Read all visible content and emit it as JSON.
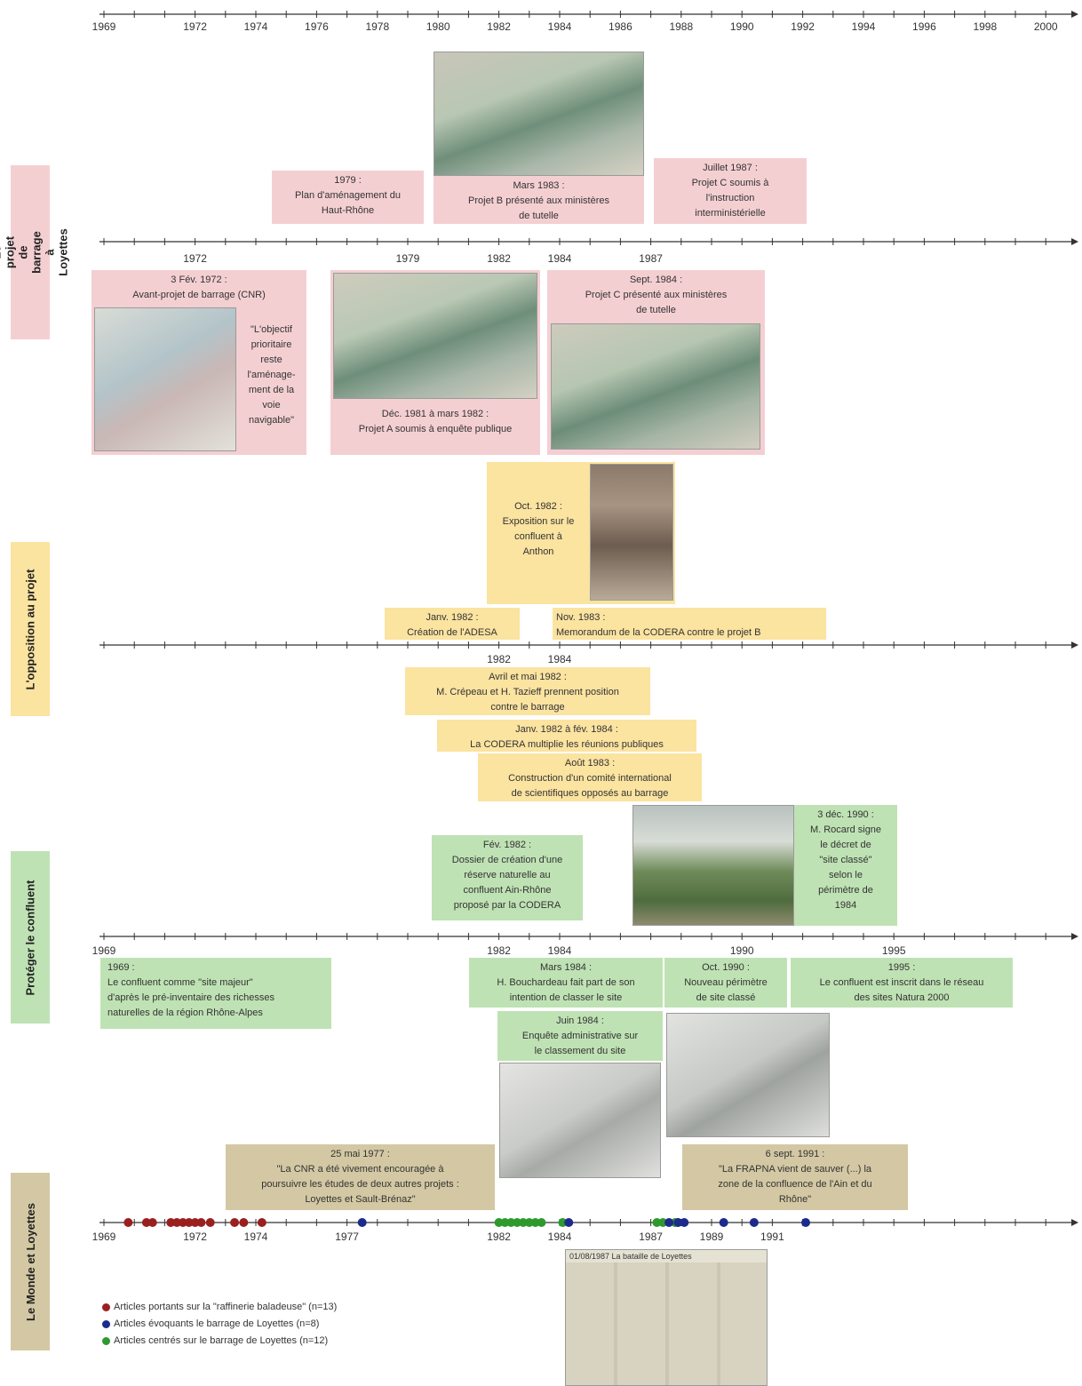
{
  "colors": {
    "pink": "#f4cfd2",
    "yellow": "#fbe3a0",
    "green": "#bfe2b4",
    "khaki": "#d3c8a3",
    "red_dot": "#9a1f1f",
    "blue_dot": "#1c2a8c",
    "green_dot": "#2e9a2e"
  },
  "top_axis": {
    "labels": [
      "1969",
      "1972",
      "1974",
      "1976",
      "1978",
      "1980",
      "1982",
      "1984",
      "1986",
      "1988",
      "1990",
      "1992",
      "1994",
      "1996",
      "1998",
      "2000"
    ]
  },
  "sections": [
    {
      "name": "barrage",
      "label": "Le projet de barrage\nà Loyettes",
      "color": "#f4cfd2"
    },
    {
      "name": "opposition",
      "label": "L'opposition au projet",
      "color": "#fbe3a0"
    },
    {
      "name": "proteger",
      "label": "Protéger le confluent",
      "color": "#bfe2b4"
    },
    {
      "name": "monde",
      "label": "Le Monde et Loyettes",
      "color": "#d3c8a3"
    }
  ],
  "barrage": {
    "axis_labels": [
      "1972",
      "1979",
      "1982",
      "1984",
      "1987"
    ],
    "above": [
      "1979 :\nPlan d'aménagement du\nHaut-Rhône",
      "Mars 1983 :\nProjet B présenté aux ministères\nde tutelle",
      "Juillet 1987 :\nProjet C soumis à\nl'instruction\ninterministérielle"
    ],
    "below": [
      "3 Fév. 1972 :\nAvant-projet de barrage (CNR)",
      "\"L'objectif\nprioritaire\nreste\nl'aménage-\nment de la\nvoie\nnavigable\"",
      "Déc. 1981 à mars 1982 :\nProjet A soumis à enquête publique",
      "Sept. 1984 :\nProjet C présenté aux ministères\nde tutelle"
    ]
  },
  "opposition": {
    "axis_labels": [
      "1982",
      "1984"
    ],
    "above": [
      "Oct. 1982 :\nExposition sur le\nconfluent à\nAnthon",
      "Janv. 1982 :\nCréation de l'ADESA",
      "Nov. 1983 :\nMemorandum de la CODERA contre le projet B"
    ],
    "below": [
      "Avril et mai 1982 :\nM. Crépeau et H. Tazieff prennent position\ncontre le barrage",
      "Janv. 1982 à fév. 1984 :\nLa CODERA multiplie les réunions publiques",
      "Août 1983 :\nConstruction d'un comité international\nde scientifiques opposés au barrage"
    ]
  },
  "proteger": {
    "axis_labels": [
      "1969",
      "1982",
      "1984",
      "1990",
      "1995"
    ],
    "above": [
      "Fév. 1982 :\nDossier de création d'une\nréserve naturelle au\nconfluent Ain-Rhône\nproposé par la CODERA",
      "3 déc. 1990 :\nM. Rocard signe\nle décret de\n\"site classé\"\nselon le\npérimètre de\n1984"
    ],
    "below": [
      "1969 :\nLe confluent comme \"site majeur\"\nd'après le pré-inventaire des richesses\nnaturelles de la région Rhône-Alpes",
      "Mars 1984 :\nH. Bouchardeau fait part de son\nintention de classer le site",
      "Oct. 1990 :\nNouveau périmètre\nde site classé",
      "1995 :\nLe confluent est inscrit dans le réseau\ndes sites Natura 2000",
      "Juin 1984 :\nEnquête administrative sur\nle classement du site"
    ]
  },
  "monde": {
    "axis_labels": [
      "1969",
      "1972",
      "1974",
      "1977",
      "1982",
      "1984",
      "1987",
      "1989",
      "1991"
    ],
    "quotes": [
      "25 mai 1977 :\n\"La CNR a été vivement encouragée à\npoursuivre les études de deux autres projets :\nLoyettes et Sault-Brénaz\"",
      "6 sept. 1991 :\n\"La FRAPNA vient de sauver (...) la\nzone de la confluence de l'Ain et du\nRhône\""
    ],
    "clipping_caption": "01/08/1987 La bataille de Loyettes",
    "legend": [
      {
        "label": "Articles portants sur la \"raffinerie baladeuse\" (n=13)",
        "color": "#9a1f1f"
      },
      {
        "label": "Articles évoquants le barrage de Loyettes (n=8)",
        "color": "#1c2a8c"
      },
      {
        "label": "Articles centrés sur le barrage de Loyettes (n=12)",
        "color": "#2e9a2e"
      }
    ],
    "articles_red": [
      1969.8,
      1970.4,
      1970.6,
      1971.2,
      1971.4,
      1971.6,
      1971.8,
      1972.0,
      1972.2,
      1972.5,
      1973.3,
      1973.6,
      1974.2
    ],
    "articles_blue": [
      1977.5,
      1984.3,
      1987.6,
      1987.9,
      1988.1,
      1989.4,
      1990.4,
      1992.1
    ],
    "articles_green": [
      1982.0,
      1982.2,
      1982.4,
      1982.6,
      1982.8,
      1983.0,
      1983.2,
      1983.4,
      1984.1,
      1987.2,
      1987.4,
      1987.8
    ]
  }
}
